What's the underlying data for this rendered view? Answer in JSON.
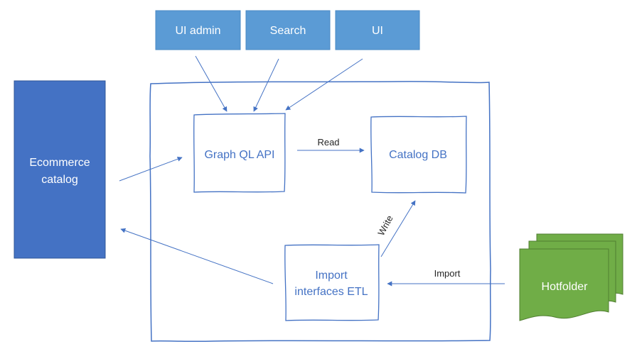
{
  "colors": {
    "top_box_fill": "#5b9bd5",
    "catalog_fill": "#4472c4",
    "sketch_stroke": "#4472c4",
    "arrow": "#4472c4",
    "hotfolder_fill": "#70ad47",
    "hotfolder_stroke": "#507e32",
    "edge_text": "#262626"
  },
  "clients": [
    {
      "label": "UI admin"
    },
    {
      "label": "Search"
    },
    {
      "label": "UI"
    }
  ],
  "catalog": {
    "line1": "Ecommerce",
    "line2": "catalog"
  },
  "graphql": {
    "label": "Graph QL API"
  },
  "catalog_db": {
    "label": "Catalog DB"
  },
  "import_etl": {
    "line1": "Import",
    "line2": "interfaces ETL"
  },
  "hotfolder": {
    "label": "Hotfolder"
  },
  "edges": {
    "read": "Read",
    "write": "Write",
    "import": "Import"
  }
}
